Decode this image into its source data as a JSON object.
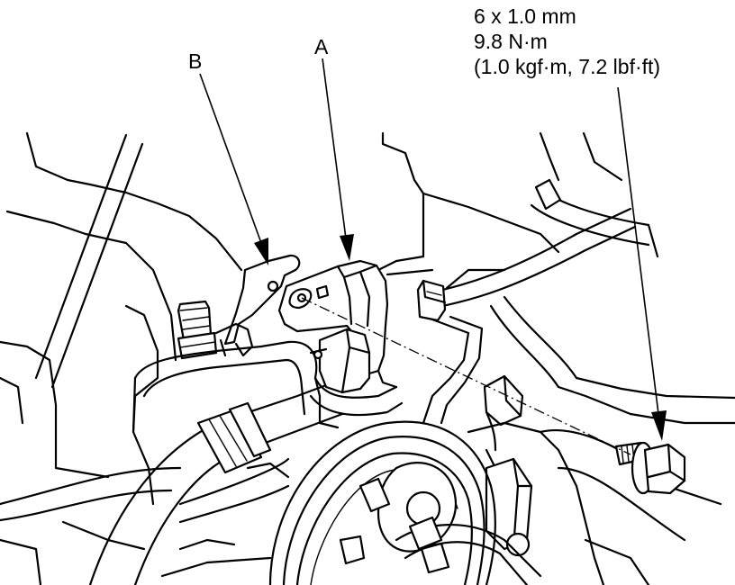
{
  "labels": {
    "a": "A",
    "b": "B"
  },
  "bolt_spec": {
    "size": "6 x 1.0 mm",
    "torque_nm": "9.8 N·m",
    "torque_alt": "(1.0 kgf·m, 7.2 lbf·ft)"
  },
  "colors": {
    "ink": "#000000",
    "paper": "#ffffff"
  }
}
